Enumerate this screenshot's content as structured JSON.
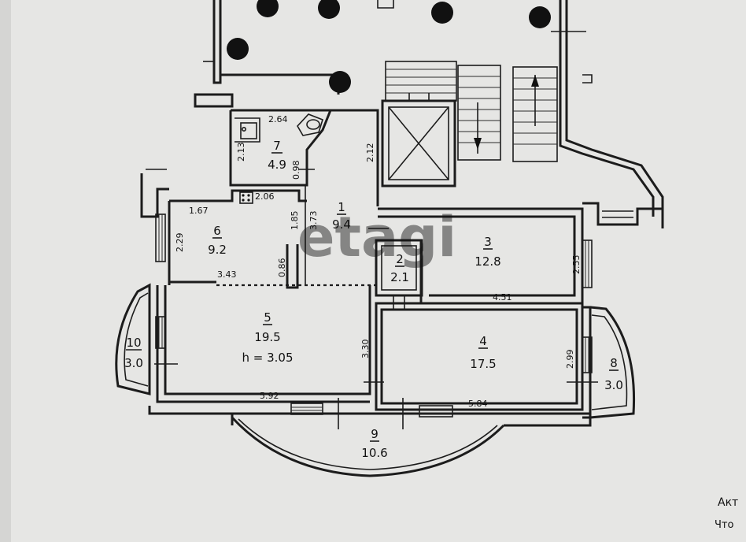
{
  "watermark": "etagi",
  "corner_text": [
    "Акт",
    "Что"
  ],
  "rooms": [
    {
      "id": "room-1",
      "number": "1",
      "area": "9.4"
    },
    {
      "id": "room-2",
      "number": "2",
      "area": "2.1"
    },
    {
      "id": "room-3",
      "number": "3",
      "area": "12.8"
    },
    {
      "id": "room-4",
      "number": "4",
      "area": "17.5"
    },
    {
      "id": "room-5",
      "number": "5",
      "area": "19.5",
      "extra": "h = 3.05"
    },
    {
      "id": "room-6",
      "number": "6",
      "area": "9.2"
    },
    {
      "id": "room-7",
      "number": "7",
      "area": "4.9"
    },
    {
      "id": "room-8",
      "number": "8",
      "area": "3.0"
    },
    {
      "id": "room-9",
      "number": "9",
      "area": "10.6"
    },
    {
      "id": "room-10",
      "number": "10",
      "area": "3.0"
    }
  ],
  "dimensions": {
    "d264": "2.64",
    "d213": "2.13",
    "d098": "0.98",
    "d212": "2.12",
    "d206": "2.06",
    "d167": "1.67",
    "d185": "1.85",
    "d373": "3.73",
    "d229": "2.29",
    "d086": "0.86",
    "d343": "3.43",
    "d255": "2.55",
    "d451": "4.51",
    "d330": "3.30",
    "d299": "2.99",
    "d592": "5.92",
    "d584": "5.84"
  }
}
